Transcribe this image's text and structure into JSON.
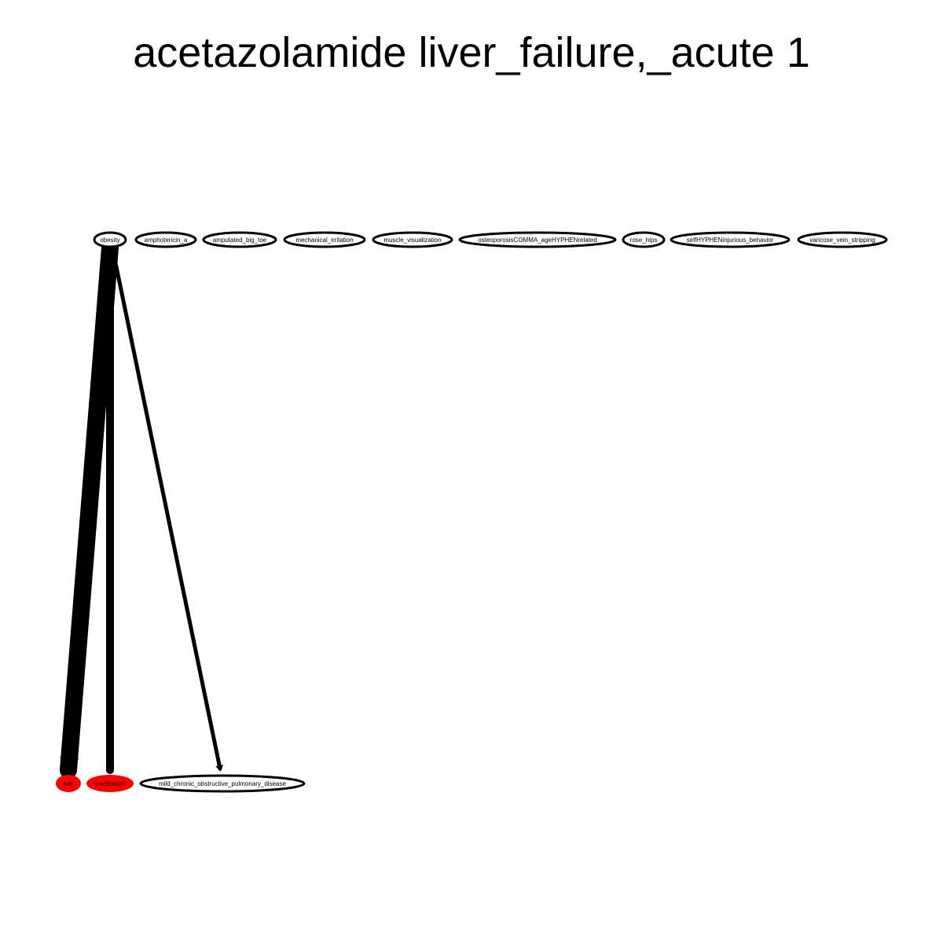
{
  "title": "acetazolamide liver_failure,_acute 1",
  "colors": {
    "background": "#ffffff",
    "node_outline": "#000000",
    "highlight_fill": "#ff0000",
    "edge": "#000000"
  },
  "nodes": [
    {
      "id": "obesity",
      "label": "obesity",
      "highlight": false
    },
    {
      "id": "amphotericin_a",
      "label": "amphotericin_a",
      "highlight": false
    },
    {
      "id": "amputated_big_toe",
      "label": "amputated_big_toe",
      "highlight": false
    },
    {
      "id": "mechanical_irritation",
      "label": "mechanical_irritation",
      "highlight": false
    },
    {
      "id": "muscle_visualization",
      "label": "muscle_visualization",
      "highlight": false
    },
    {
      "id": "osteoporosis",
      "label": "osteoporosisCOMMA_ageHYPHENrelated",
      "highlight": false
    },
    {
      "id": "rose_hips",
      "label": "rose_hips",
      "highlight": false
    },
    {
      "id": "self_injurious",
      "label": "selfHYPHENinjurious_behavior",
      "highlight": false
    },
    {
      "id": "varicose_vein_stripping",
      "label": "varicose_vein_stripping",
      "highlight": false
    },
    {
      "id": "ade",
      "label": "ade",
      "highlight": true
    },
    {
      "id": "medication",
      "label": "medication",
      "highlight": true
    },
    {
      "id": "copd",
      "label": "mild_chronic_obstructive_pulmonary_disease",
      "highlight": false
    }
  ],
  "edges": [
    {
      "from": "obesity",
      "to": "ade",
      "weight": 5
    },
    {
      "from": "obesity",
      "to": "medication",
      "weight": 3
    },
    {
      "from": "obesity",
      "to": "copd",
      "weight": 1
    }
  ]
}
